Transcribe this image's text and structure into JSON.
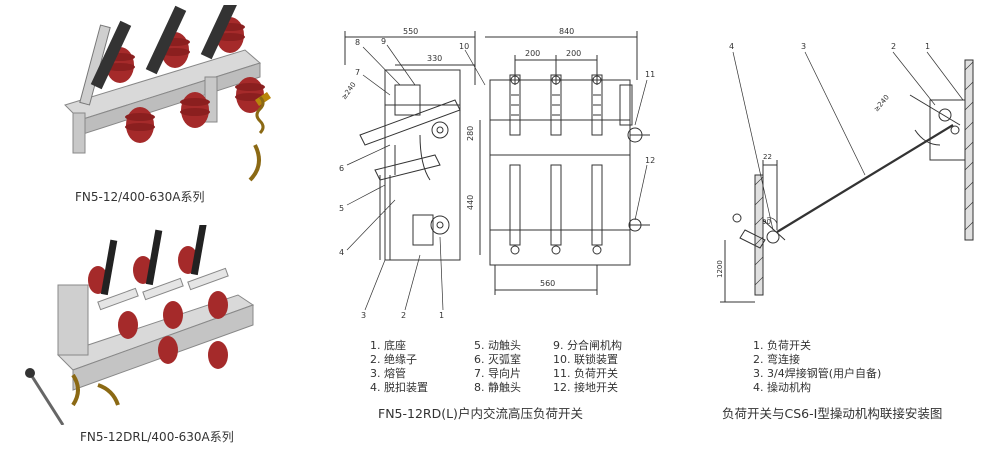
{
  "photos": [
    {
      "caption": "FN5-12/400-630A系列"
    },
    {
      "caption": "FN5-12DRL/400-630A系列"
    }
  ],
  "front_view": {
    "dimensions": [
      "550",
      "330",
      "840",
      "200",
      "200",
      "560",
      "280",
      "440",
      "≥240"
    ],
    "callouts": [
      "8",
      "9",
      "10",
      "7",
      "6",
      "5",
      "4",
      "3",
      "2",
      "1",
      "11",
      "12"
    ],
    "legend_col1": [
      "1. 底座",
      "2. 绝缘子",
      "3. 熔管",
      "4. 脱扣装置"
    ],
    "legend_col2": [
      "5. 动触头",
      "6. 灭弧室",
      "7. 导向片",
      "8. 静触头"
    ],
    "legend_col3": [
      "9. 分合闸机构",
      "10. 联锁装置",
      "11. 负荷开关",
      "12. 接地开关"
    ],
    "caption": "FN5-12RD(L)户内交流高压负荷开关"
  },
  "linkage_view": {
    "dimensions": [
      "≥240",
      "22",
      "90",
      "1200"
    ],
    "callouts": [
      "4",
      "3",
      "2",
      "1"
    ],
    "legend": [
      "1. 负荷开关",
      "2. 弯连接",
      "3. 3/4焊接钢管(用户自备)",
      "4. 操动机构"
    ],
    "caption": "负荷开关与CS6-Ⅰ型操动机构联接安装图"
  }
}
